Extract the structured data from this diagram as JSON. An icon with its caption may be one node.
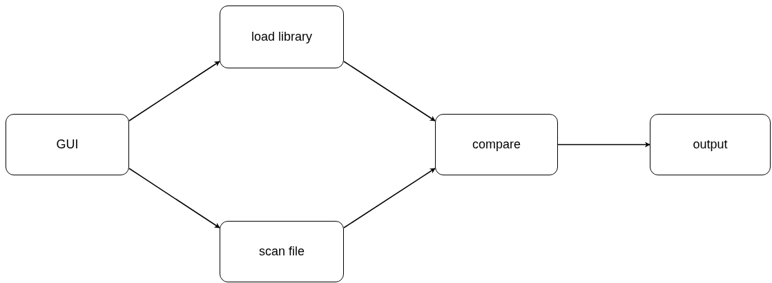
{
  "diagram": {
    "nodes": [
      {
        "text": [
          "GUI"
        ]
      },
      {
        "text": [
          "load library"
        ]
      },
      {
        "text": [
          "scan file"
        ]
      },
      {
        "text": [
          "compare"
        ]
      },
      {
        "text": [
          "output"
        ]
      }
    ],
    "edges": [
      {
        "from": 0,
        "to": 1,
        "arrow": "to"
      },
      {
        "from": 0,
        "to": 2,
        "arrow": "to"
      },
      {
        "from": 1,
        "to": 3,
        "arrow": "to"
      },
      {
        "from": 2,
        "to": 3,
        "arrow": "to"
      },
      {
        "from": 3,
        "to": 4,
        "arrow": "to"
      }
    ]
  }
}
